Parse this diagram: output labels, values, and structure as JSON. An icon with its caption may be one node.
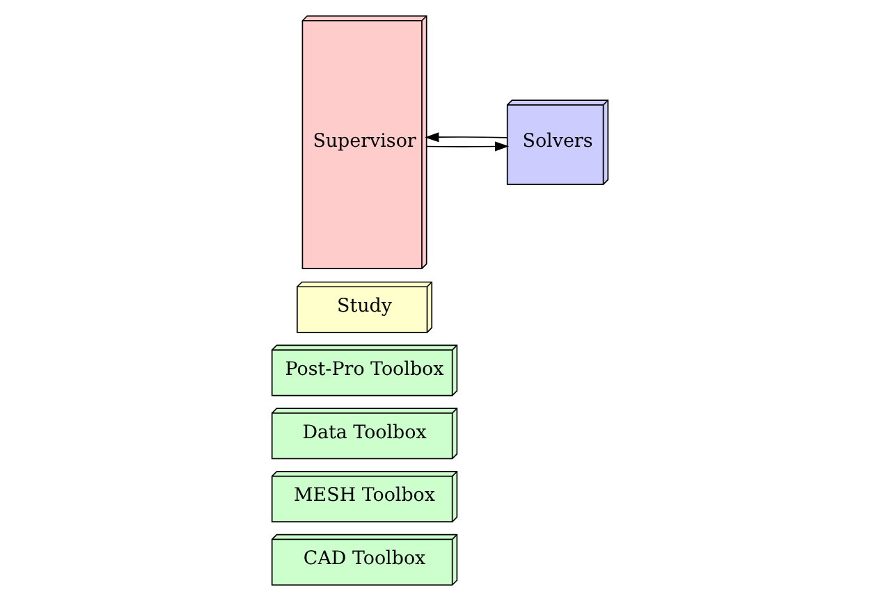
{
  "diagram": {
    "nodes": [
      {
        "text": [
          "Study"
        ]
      },
      {
        "text": [
          "CAD Toolbox"
        ]
      },
      {
        "text": [
          "MESH Toolbox"
        ]
      },
      {
        "text": [
          "Data Toolbox"
        ]
      },
      {
        "text": [
          "Post-Pro Toolbox"
        ]
      },
      {
        "text": [
          "Supervisor"
        ]
      },
      {
        "text": [
          "Solvers"
        ]
      }
    ],
    "edges": [
      {
        "from": 5,
        "to": 6,
        "arrow": "to"
      },
      {
        "from": 6,
        "to": 5,
        "arrow": "to"
      }
    ]
  }
}
